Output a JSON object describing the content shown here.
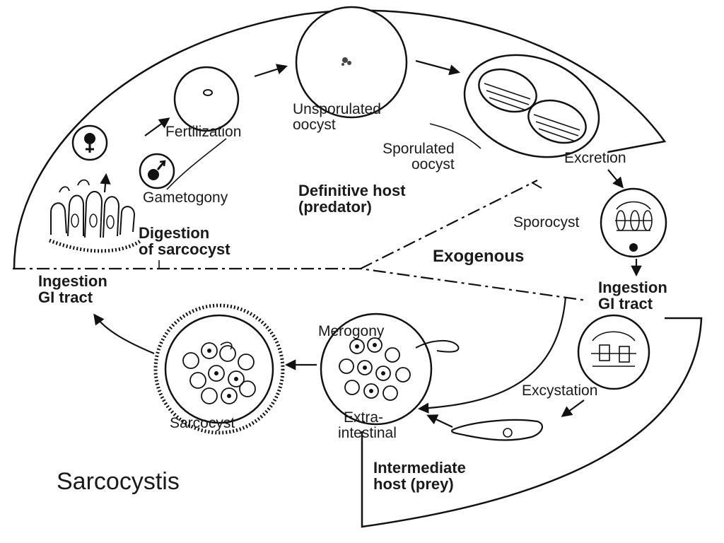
{
  "title": "Sarcocystis",
  "hosts": {
    "definitive_line1": "Definitive host",
    "definitive_line2": "(predator)",
    "intermediate_line1": "Intermediate",
    "intermediate_line2": "host (prey)",
    "exogenous": "Exogenous"
  },
  "stages": {
    "fertilization": "Fertilization",
    "gametogony": "Gametogony",
    "digestion_line1": "Digestion",
    "digestion_line2": "of sarcocyst",
    "unsporulated_line1": "Unsporulated",
    "unsporulated_line2": "oocyst",
    "sporulated_line1": "Sporulated",
    "sporulated_line2": "oocyst",
    "excretion": "Excretion",
    "sporocyst": "Sporocyst",
    "ingestion_left_line1": "Ingestion",
    "ingestion_left_line2": "GI tract",
    "ingestion_right_line1": "Ingestion",
    "ingestion_right_line2": "GI tract",
    "merogony": "Merogony",
    "extraintestinal_line1": "Extra-",
    "extraintestinal_line2": "intestinal",
    "sarcocyst": "Sarcocyst",
    "excystation": "Excystation"
  },
  "symbols": {
    "female": "♀",
    "male": "♂"
  }
}
